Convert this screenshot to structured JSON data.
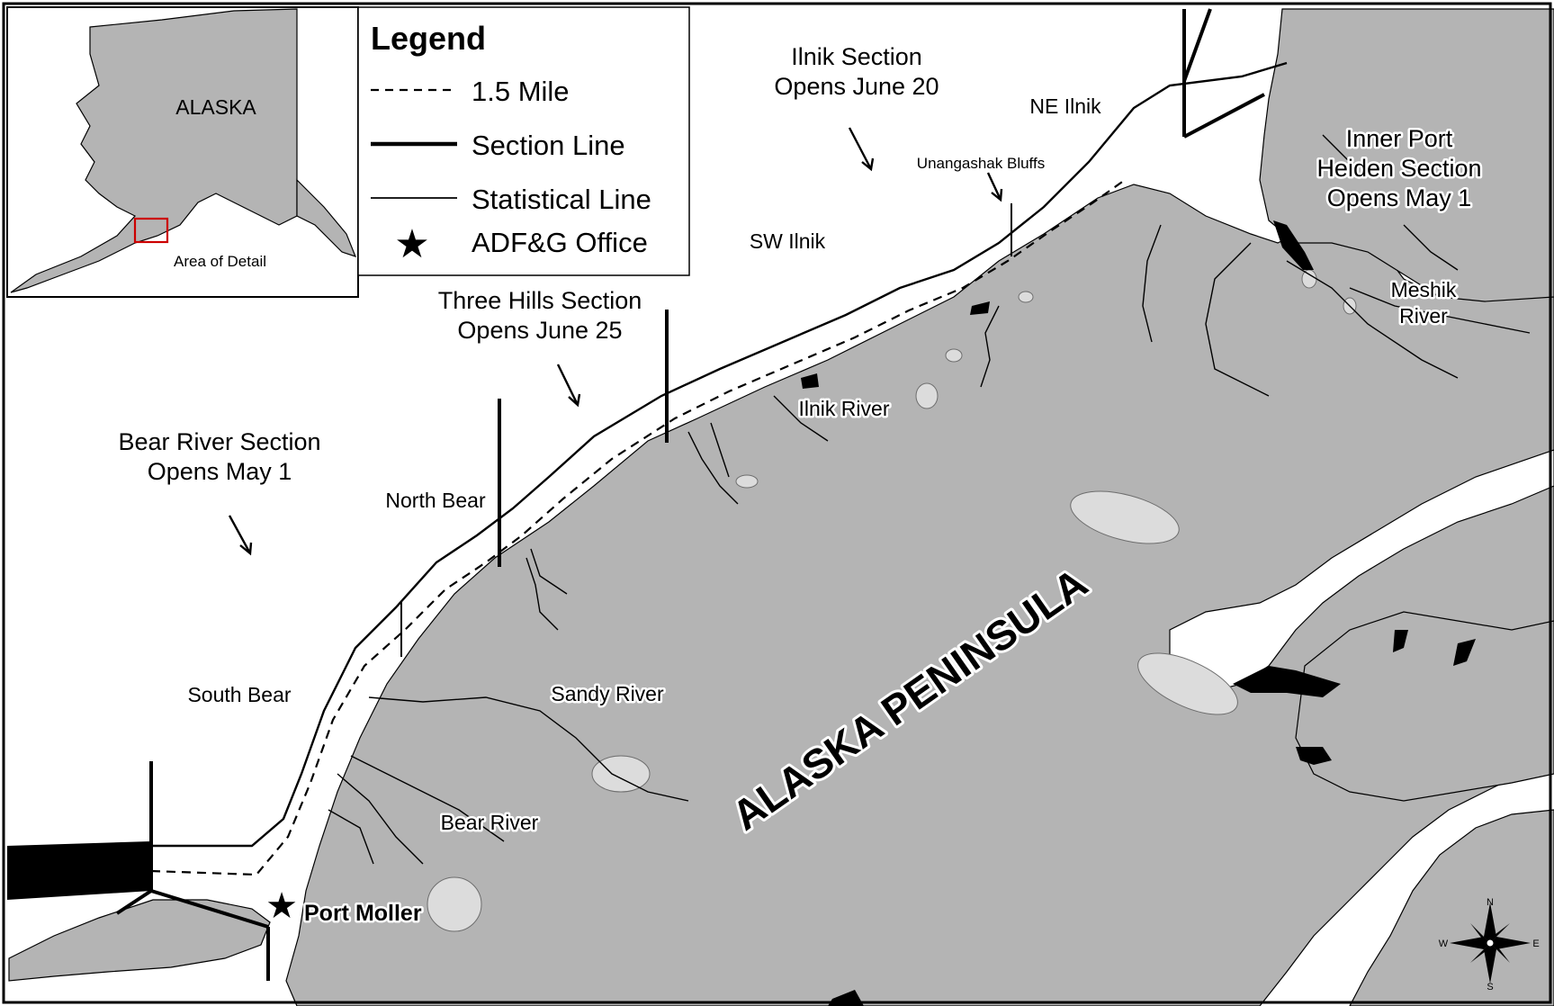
{
  "legend": {
    "title": "Legend",
    "items": [
      {
        "symbol": "dashed-line",
        "label": "1.5 Mile"
      },
      {
        "symbol": "thick-line",
        "label": "Section Line"
      },
      {
        "symbol": "thin-line",
        "label": "Statistical Line"
      },
      {
        "symbol": "star-icon",
        "label": "ADF&G Office"
      }
    ]
  },
  "inset": {
    "region_label": "ALASKA",
    "detail_label": "Area of Detail"
  },
  "sections": {
    "ilnik": {
      "line1": "Ilnik Section",
      "line2": "Opens June 20"
    },
    "three_hills": {
      "line1": "Three Hills Section",
      "line2": "Opens June 25"
    },
    "bear_river": {
      "line1": "Bear River Section",
      "line2": "Opens May 1"
    },
    "inner_port_heiden": {
      "line1": "Inner Port",
      "line2": "Heiden Section",
      "line3": "Opens May 1"
    }
  },
  "districts": {
    "ne_ilnik": "NE Ilnik",
    "sw_ilnik": "SW Ilnik",
    "north_bear": "North Bear",
    "south_bear": "South Bear"
  },
  "features": {
    "unangashak": "Unangashak Bluffs",
    "ilnik_river": "Ilnik River",
    "meshik_line1": "Meshik",
    "meshik_line2": "River",
    "sandy_river": "Sandy River",
    "bear_river": "Bear River",
    "port_moller": "Port Moller",
    "peninsula": "ALASKA PENINSULA"
  },
  "compass": {
    "n": "N",
    "s": "S",
    "e": "E",
    "w": "W"
  },
  "colors": {
    "land": "#b4b4b4",
    "water": "#ffffff",
    "lake": "#dcdcdc",
    "inset_box": "#cc0000"
  }
}
